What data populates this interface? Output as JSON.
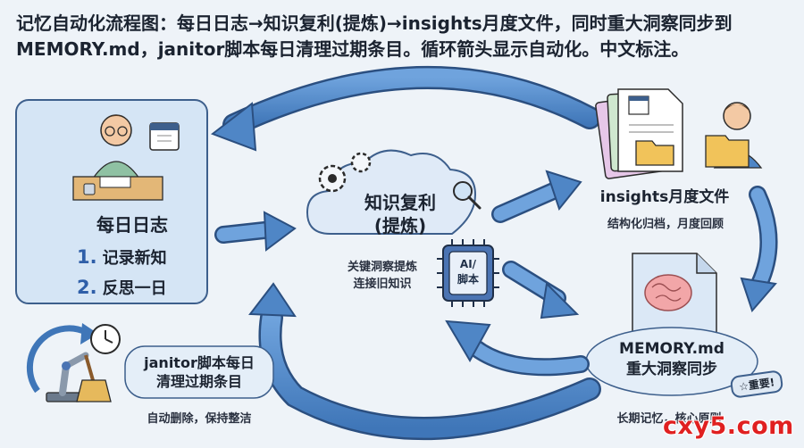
{
  "title": "记忆自动化流程图：每日日志→知识复利(提炼)→insights月度文件，同时重大洞察同步到MEMORY.md，janitor脚本每日清理过期条目。循环箭头显示自动化。中文标注。",
  "daily_log": {
    "title": "每日日志",
    "items": [
      {
        "num": "1.",
        "text": "记录新知"
      },
      {
        "num": "2.",
        "text": "反思一日"
      }
    ]
  },
  "knowledge": {
    "title_line1": "知识复利",
    "title_line2": "(提炼)",
    "desc_line1": "关键洞察提炼",
    "desc_line2": "连接旧知识",
    "chip_line1": "AI/",
    "chip_line2": "脚本"
  },
  "insights": {
    "title": "insights月度文件",
    "desc": "结构化归档，月度回顾"
  },
  "memory": {
    "title_line1": "MEMORY.md",
    "title_line2": "重大洞察同步",
    "desc": "长期记忆，核心原则",
    "badge": "☆重要!"
  },
  "janitor": {
    "title_line1": "janitor脚本每日",
    "title_line2": "清理过期条目",
    "desc": "自动删除，保持整洁"
  },
  "watermark": "cxy5.com",
  "colors": {
    "arrow": "#4f86c6",
    "arrow_edge": "#2b4f80",
    "panel": "#d7e6f5",
    "cloud": "#dfeaf7"
  }
}
